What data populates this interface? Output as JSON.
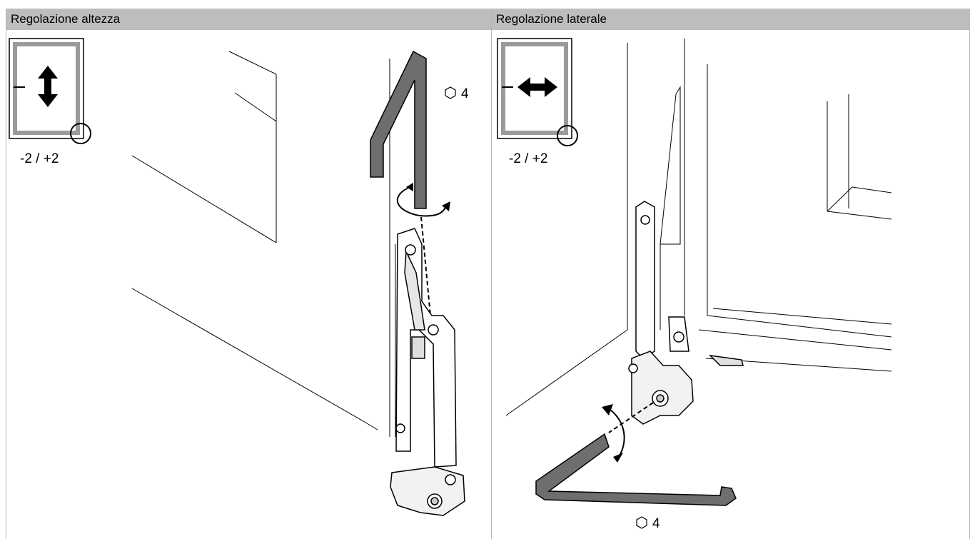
{
  "panels": [
    {
      "title": "Regolazione altezza",
      "range_label": "-2 / +2",
      "key_size": "4",
      "adjustment_arrow": "vertical-double-arrow-icon"
    },
    {
      "title": "Regolazione laterale",
      "range_label": "-2 / +2",
      "key_size": "4",
      "adjustment_arrow": "horizontal-double-arrow-icon"
    }
  ],
  "colors": {
    "header_bg": "#bdbdbd",
    "key_gray": "#6e6e6e",
    "line": "#000000"
  }
}
